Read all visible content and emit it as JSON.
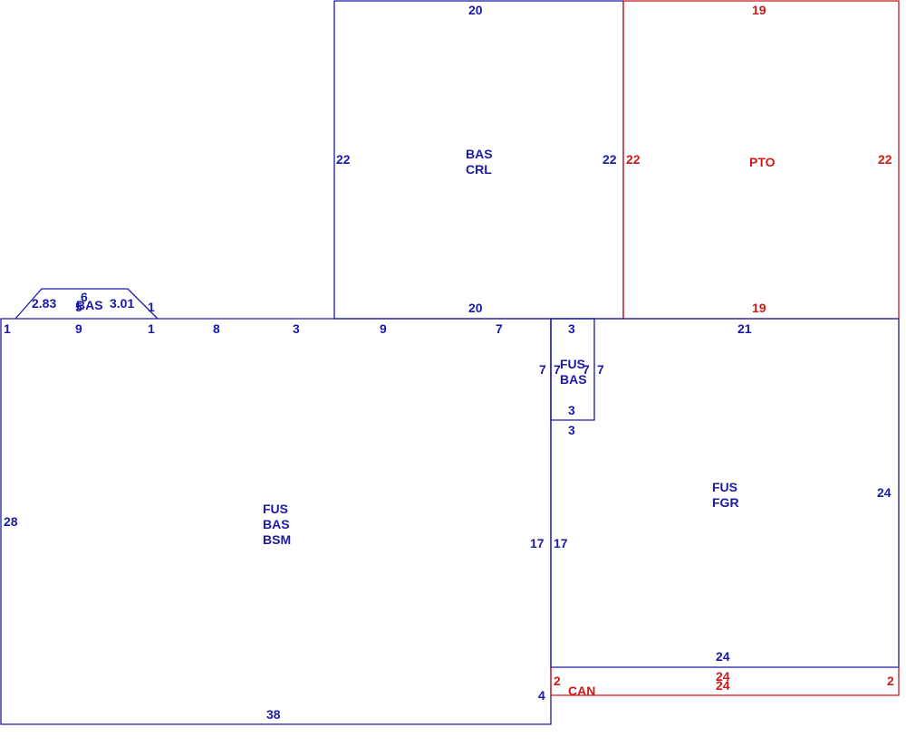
{
  "colors": {
    "primary": "#1a1aa6",
    "secondary": "#cc1a1a",
    "background": "#ffffff"
  },
  "areas": {
    "main_house": {
      "labels": [
        "FUS",
        "BAS",
        "BSM"
      ],
      "dims": {
        "left": "28",
        "bottom": "38",
        "right_lower": "4",
        "right_mid": "17"
      }
    },
    "top_edge_segments": [
      "1",
      "9",
      "1",
      "8",
      "3",
      "9",
      "7"
    ],
    "bay_window": {
      "label": "BAS",
      "dims": {
        "top": "6",
        "left_slope": "2.83",
        "right_slope": "3.01",
        "right_end": "1",
        "inner": "5"
      }
    },
    "crawl_addition": {
      "labels": [
        "BAS",
        "CRL"
      ],
      "dims": {
        "top": "20",
        "bottom": "20",
        "left": "22",
        "right": "22"
      }
    },
    "porch": {
      "label": "PTO",
      "dims": {
        "top": "19",
        "bottom": "19",
        "left": "22",
        "right": "22"
      }
    },
    "small_section": {
      "labels": [
        "FUS",
        "BAS"
      ],
      "dims": {
        "top": "3",
        "bottom": "3",
        "below": "3",
        "left": "7",
        "left_inner": "7",
        "right_inner": "7",
        "right": "7"
      }
    },
    "garage": {
      "labels": [
        "FUS",
        "FGR"
      ],
      "dims": {
        "top": "21",
        "right": "24",
        "bottom": "24",
        "left": "17"
      }
    },
    "canopy": {
      "label": "CAN",
      "dims": {
        "top": "24",
        "bottom": "24",
        "left": "2",
        "right": "2"
      }
    }
  }
}
